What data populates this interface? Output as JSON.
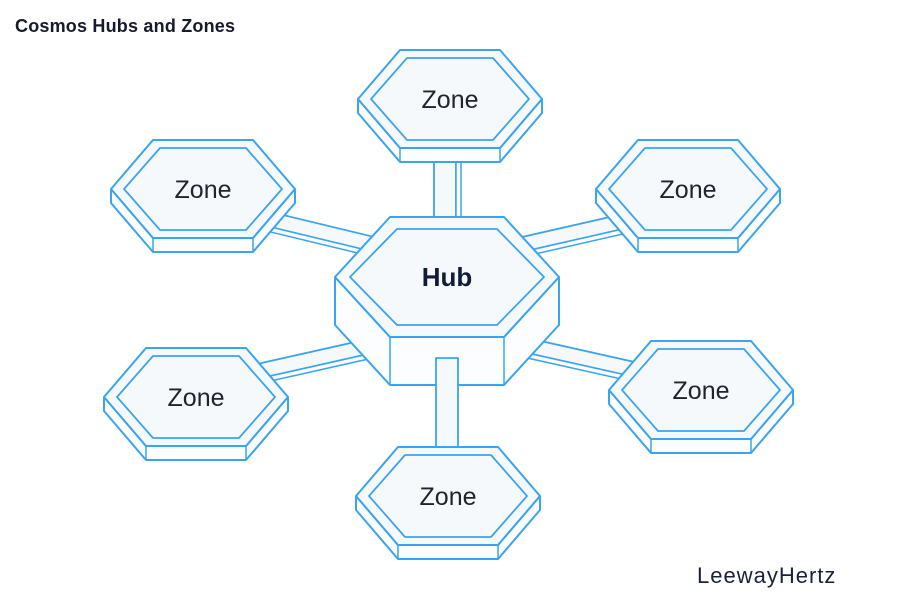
{
  "title": "Cosmos Hubs and Zones",
  "watermark": "LeewayHertz",
  "colors": {
    "outline_blue": "#3aa4f0",
    "face_fill": "#f6f9fc",
    "depth_fill": "#fbfdfe",
    "title_color": "#161b2c",
    "label_color": "#20242e",
    "hub_label_color": "#101d38",
    "watermark_color": "#18223a",
    "background": "#ffffff"
  },
  "diagram": {
    "type": "hub-and-spoke network",
    "node_shape": "3d-hexagon",
    "hub": {
      "id": "hub",
      "label": "Hub"
    },
    "zones": [
      {
        "id": "zone-top",
        "label": "Zone",
        "position": "top"
      },
      {
        "id": "zone-top-left",
        "label": "Zone",
        "position": "top-left"
      },
      {
        "id": "zone-top-right",
        "label": "Zone",
        "position": "top-right"
      },
      {
        "id": "zone-bottom-left",
        "label": "Zone",
        "position": "bottom-left"
      },
      {
        "id": "zone-bottom-right",
        "label": "Zone",
        "position": "bottom-right"
      },
      {
        "id": "zone-bottom",
        "label": "Zone",
        "position": "bottom"
      }
    ],
    "connections": [
      {
        "from": "hub",
        "to": "zone-top"
      },
      {
        "from": "hub",
        "to": "zone-top-left"
      },
      {
        "from": "hub",
        "to": "zone-top-right"
      },
      {
        "from": "hub",
        "to": "zone-bottom-left"
      },
      {
        "from": "hub",
        "to": "zone-bottom-right"
      },
      {
        "from": "hub",
        "to": "zone-bottom"
      }
    ]
  }
}
